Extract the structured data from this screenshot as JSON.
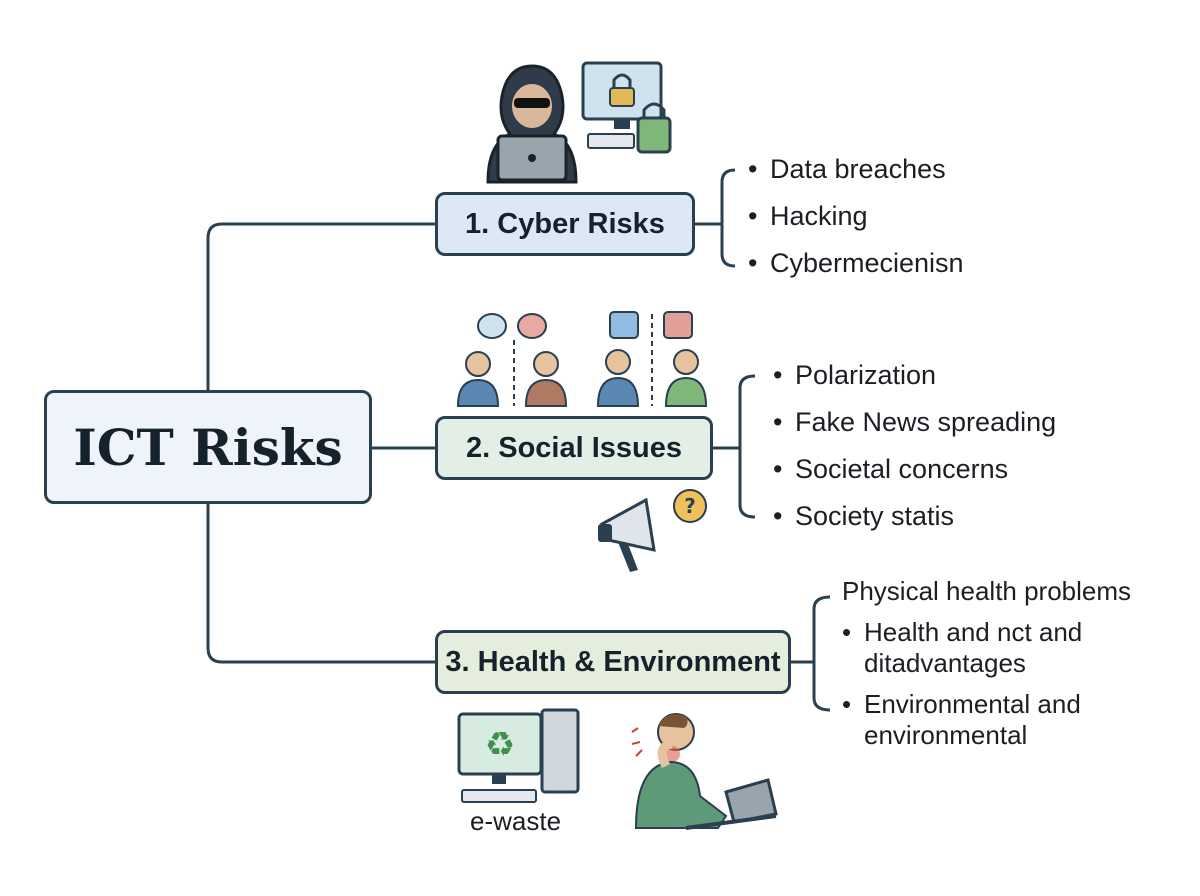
{
  "root": {
    "label": "ICT Risks"
  },
  "branches": [
    {
      "label": "1. Cyber Risks",
      "items": [
        "Data breaches",
        "Hacking",
        "Cybermecienisn"
      ]
    },
    {
      "label": "2. Social Issues",
      "items": [
        "Polarization",
        "Fake News spreading",
        "Societal concerns",
        "Society statis"
      ]
    },
    {
      "label": "3. Health & Environment",
      "heading": "Physical health problems",
      "items": [
        "Health and nct and ditadvantages",
        "Environmental and environmental"
      ]
    }
  ],
  "illustrations": {
    "ewaste_caption": "e-waste",
    "icons": [
      "hacker-icon",
      "locked-computer-icon",
      "people-chat-icon",
      "divided-opinions-icon",
      "megaphone-icon",
      "question-bubble-icon",
      "recycle-computer-icon",
      "neck-pain-person-icon"
    ]
  },
  "colors": {
    "line": "#2a4050",
    "cyber_box": "#dce9f5",
    "social_box": "#e3efe6",
    "health_box": "#e5eedd",
    "root_box": "#eef4fa"
  }
}
